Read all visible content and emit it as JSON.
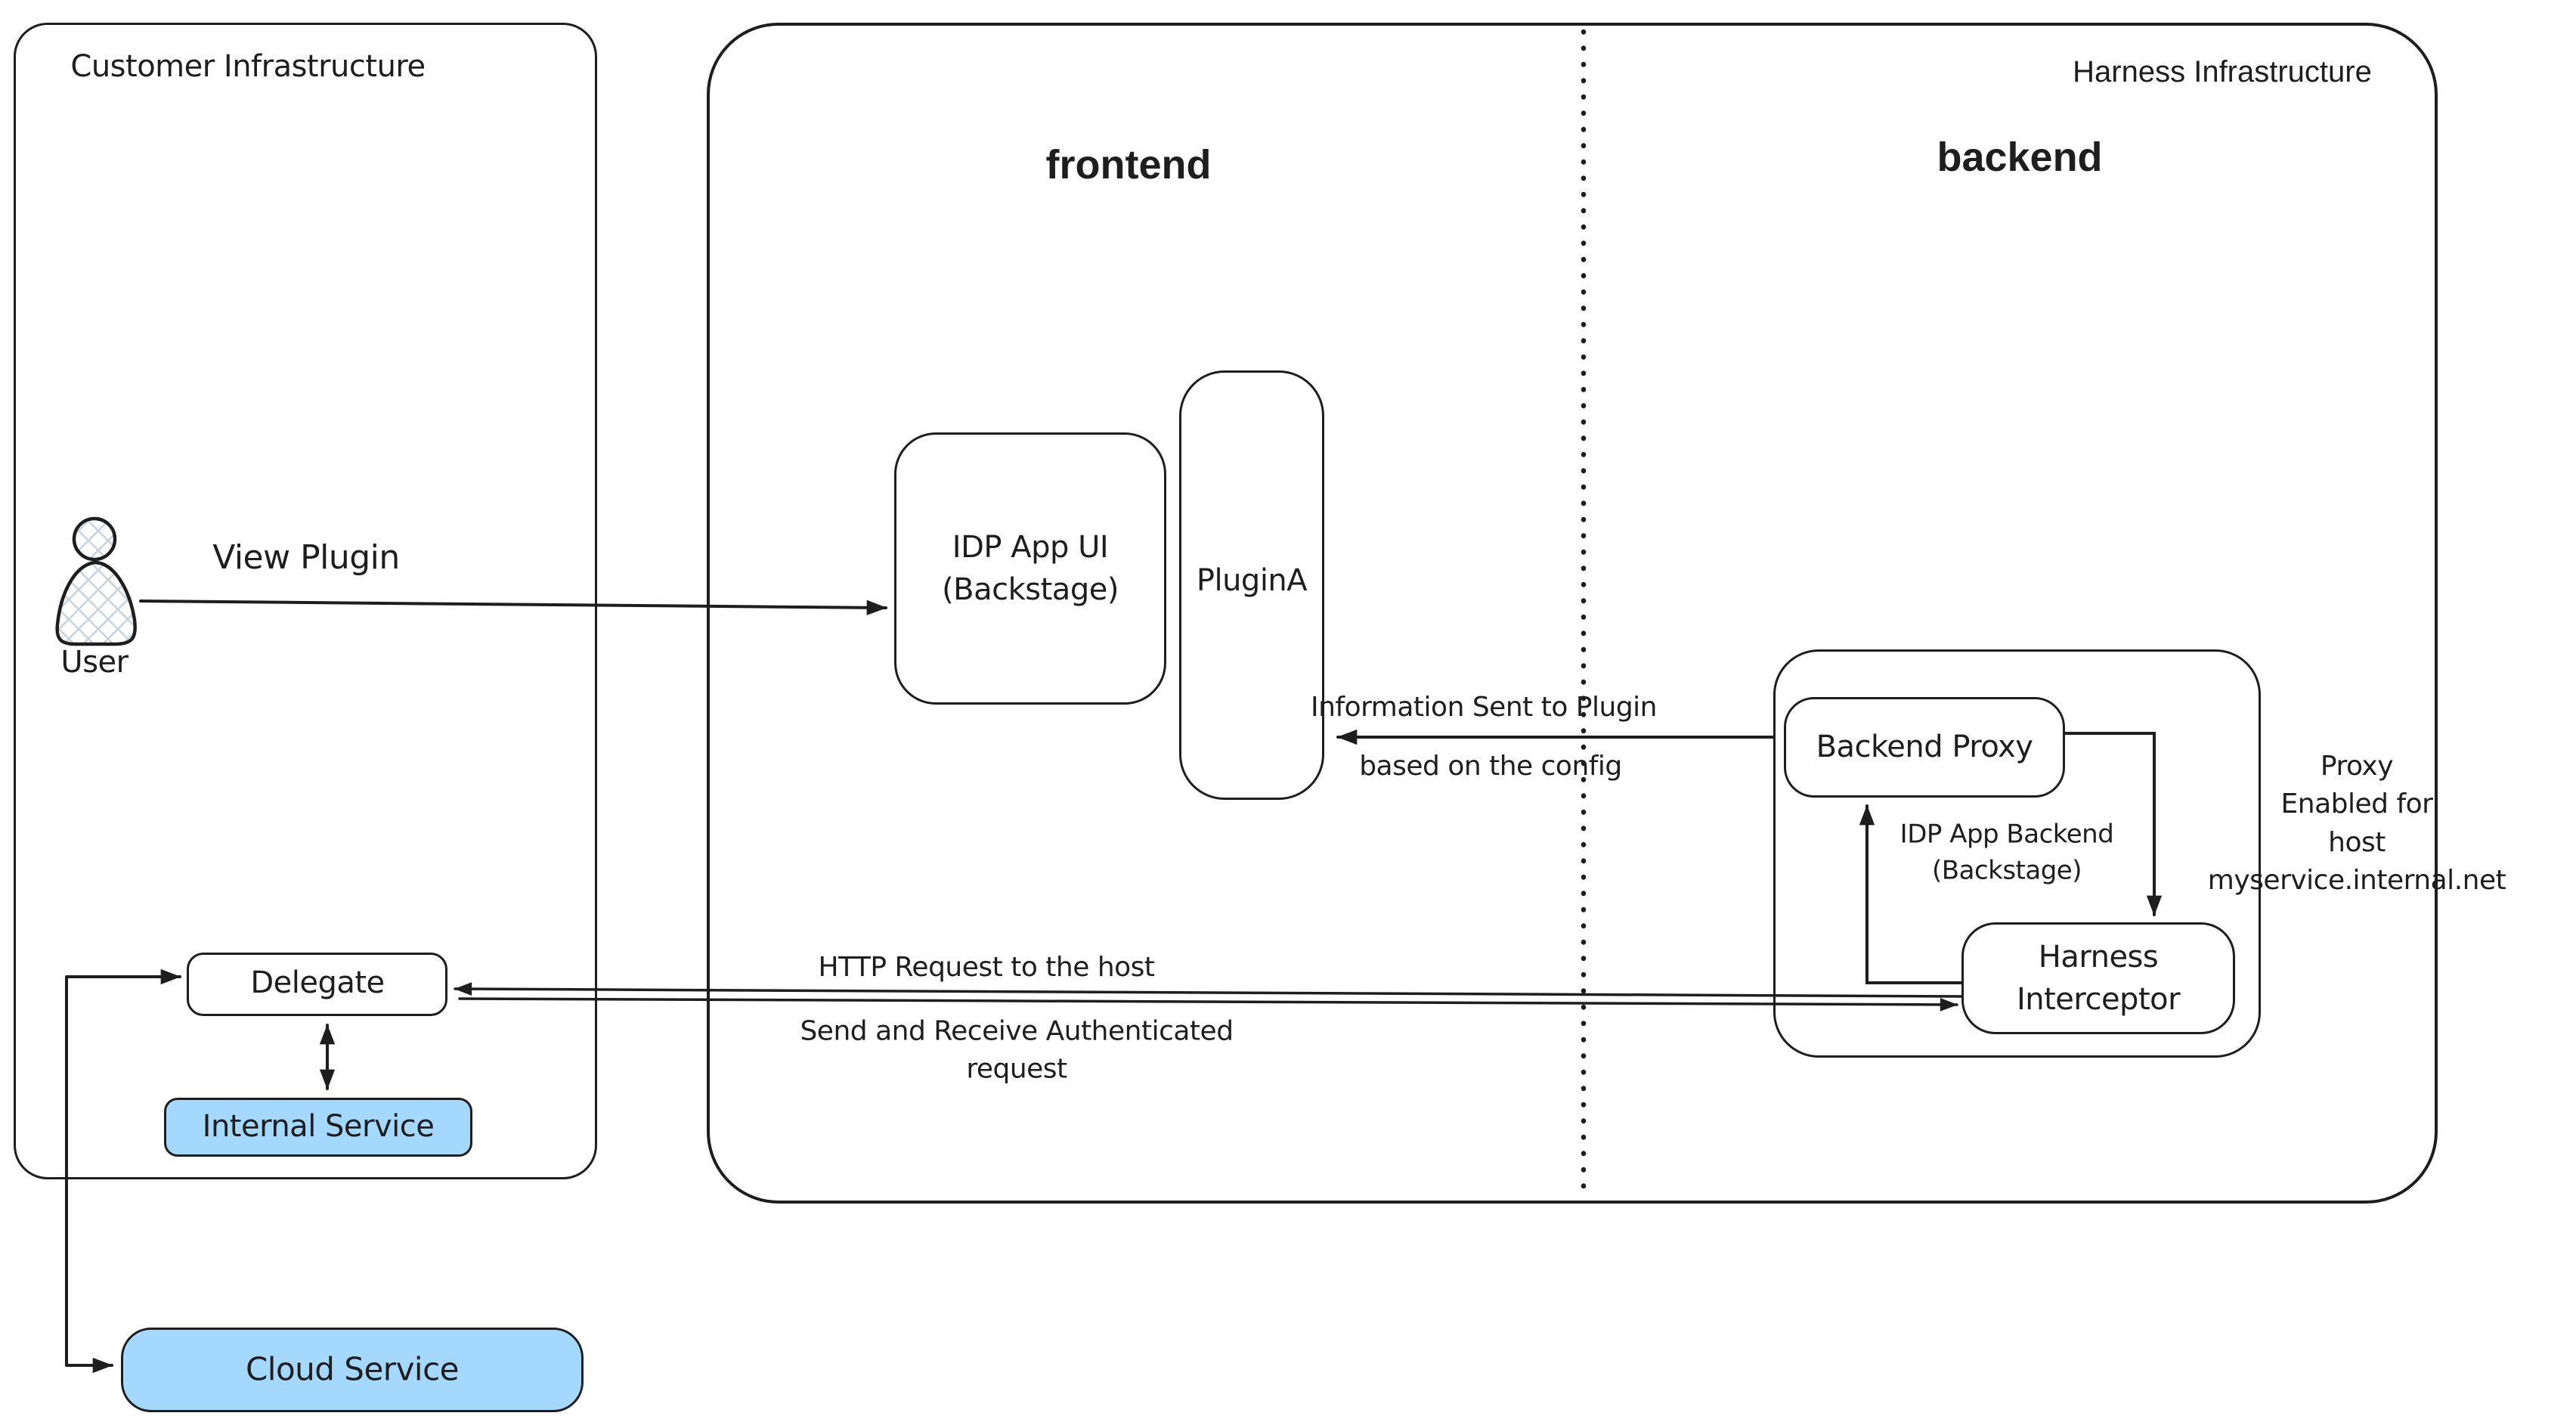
{
  "colors": {
    "ink": "#1e1e1e",
    "service_fill_blue": "#a5d8ff",
    "hatch_blue_gray": "#c7d4de",
    "background": "#ffffff"
  },
  "zones": {
    "customer": {
      "title": "Customer Infrastructure"
    },
    "harness": {
      "title": "Harness Infrastructure",
      "frontend_heading": "frontend",
      "backend_heading": "backend"
    }
  },
  "actors": {
    "user": {
      "label": "User",
      "icon": "person-icon"
    }
  },
  "nodes": {
    "idp_app_ui": {
      "label": "IDP App UI\n(Backstage)"
    },
    "plugin_a": {
      "label": "PluginA"
    },
    "backend_proxy": {
      "label": "Backend Proxy"
    },
    "harness_interceptor": {
      "label": "Harness\nInterceptor"
    },
    "delegate": {
      "label": "Delegate"
    },
    "internal_service": {
      "label": "Internal Service"
    },
    "cloud_service": {
      "label": "Cloud Service"
    }
  },
  "edge_labels": {
    "view_plugin": "View Plugin",
    "info_sent_line1": "Information Sent to Plugin",
    "info_sent_line2": "based on the config",
    "idp_app_backend": "IDP App Backend\n(Backstage)",
    "proxy_enabled": "Proxy\nEnabled for\nhost myservice.internal.net",
    "http_request": "HTTP Request to the host",
    "send_receive": "Send and Receive Authenticated\nrequest"
  }
}
